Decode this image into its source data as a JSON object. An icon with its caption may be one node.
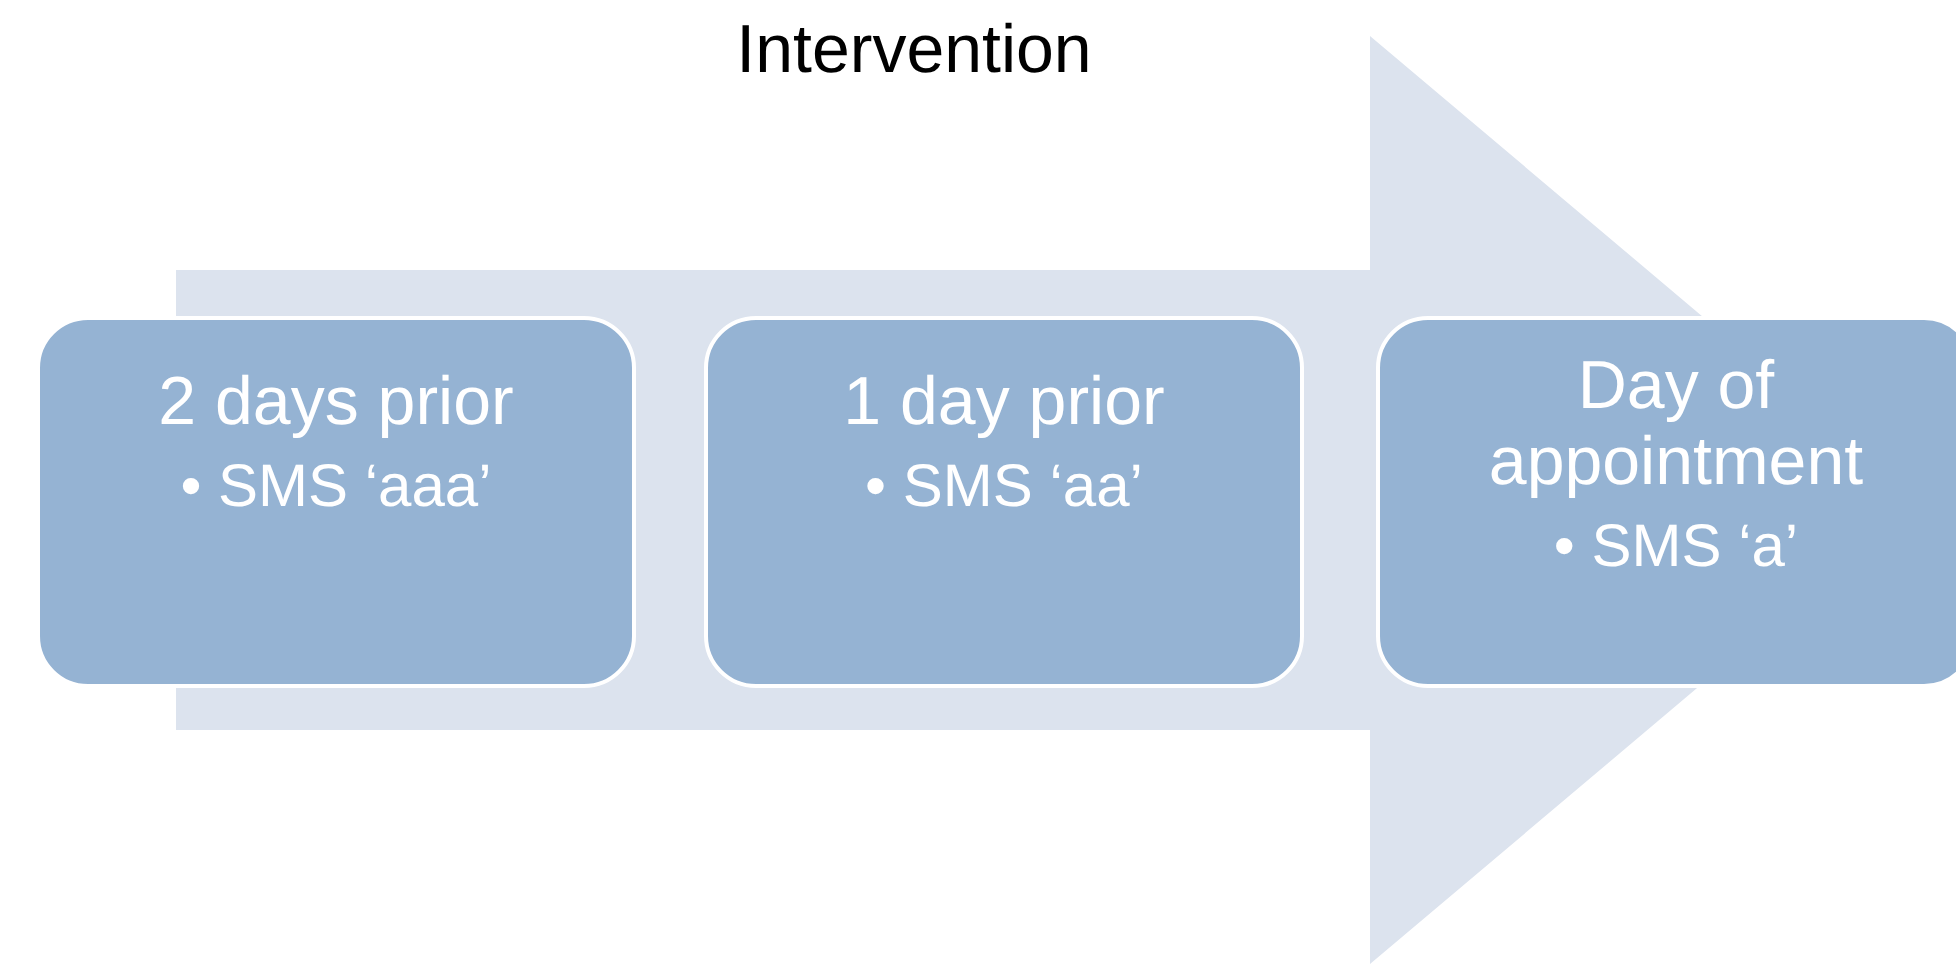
{
  "diagram": {
    "title": "Intervention",
    "nodes": [
      {
        "text": [
          "2 days prior",
          "• SMS ‘aaa’"
        ]
      },
      {
        "text": [
          "1 day prior",
          "• SMS ‘aa’"
        ]
      },
      {
        "text": [
          "Day of appointment",
          "• SMS ‘a’"
        ]
      }
    ],
    "edges": [
      {
        "from": 0,
        "to": 2,
        "arrow": "to",
        "style": "thick"
      }
    ]
  }
}
